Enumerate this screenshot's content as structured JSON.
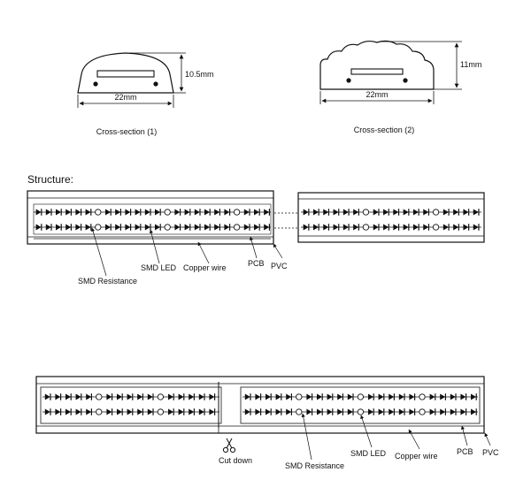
{
  "cross_section_1": {
    "width_label": "22mm",
    "height_label": "10.5mm",
    "caption": "Cross-section (1)"
  },
  "cross_section_2": {
    "width_label": "22mm",
    "height_label": "11mm",
    "caption": "Cross-section (2)"
  },
  "structure": {
    "title": "Structure:",
    "labels": {
      "smd_resistance": "SMD Resistance",
      "smd_led": "SMD LED",
      "copper_wire": "Copper wire",
      "pcb": "PCB",
      "pvc": "PVC"
    }
  },
  "cut_diagram": {
    "cut_label": "Cut down",
    "labels": {
      "smd_resistance": "SMD Resistance",
      "smd_led": "SMD LED",
      "copper_wire": "Copper wire",
      "pcb": "PCB",
      "pvc": "PVC"
    }
  }
}
